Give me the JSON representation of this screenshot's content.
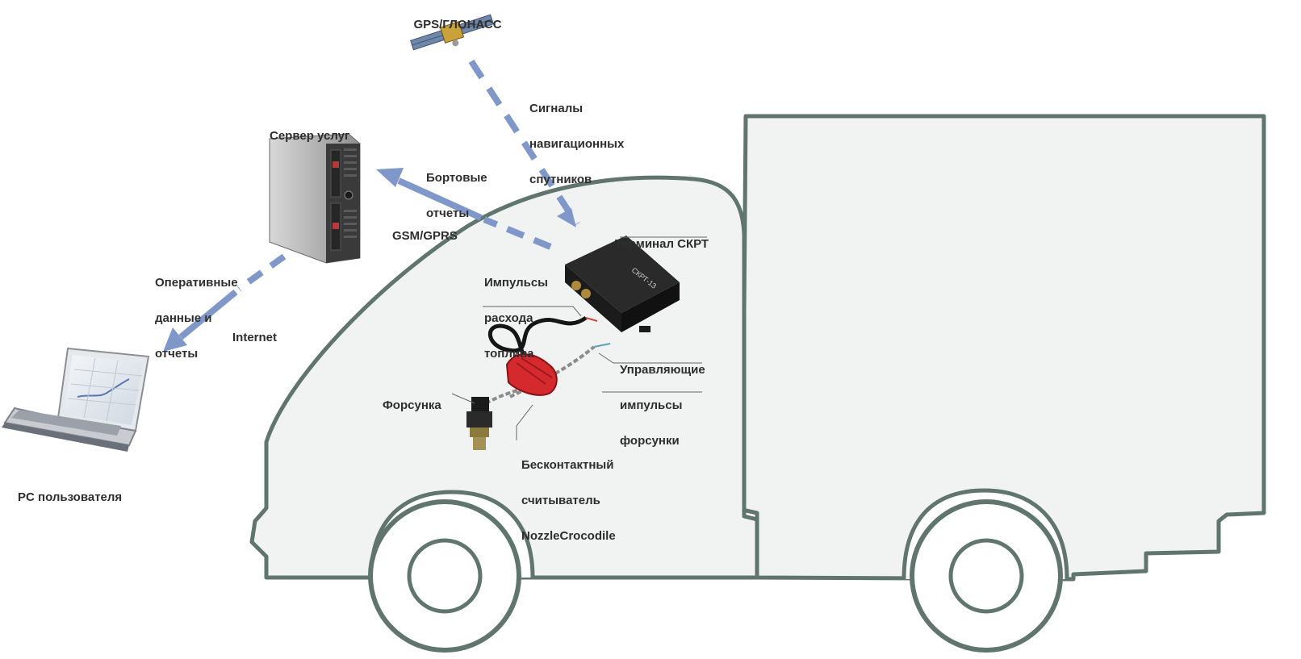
{
  "labels": {
    "satellite": "GPS/ГЛОНАСС",
    "nav_signals": [
      "Сигналы",
      "навигационных",
      "спутников"
    ],
    "server": "Сервер услуг",
    "onboard_reports": [
      "Бортовые",
      "отчеты"
    ],
    "gsm": "GSM/GPRS",
    "terminal": "Терминал СКРТ",
    "fuel_pulses": [
      "Импульсы",
      "расхода",
      "топлива"
    ],
    "control_pulses": [
      "Управляющие",
      "импульсы",
      "форсунки"
    ],
    "injector": "Форсунка",
    "reader": [
      "Бесконтактный",
      "считыватель",
      "NozzleCrocodile"
    ],
    "operative_data": [
      "Оперативные",
      "данные и",
      "отчеты"
    ],
    "internet": "Internet",
    "pc": "PC пользователя"
  },
  "terminal_body_text": "СКРТ-13",
  "colors": {
    "arrow": "#7f97c9",
    "truck_outline": "#5f756d",
    "truck_fill": "#f1f2f2",
    "text": "#2e2e2e",
    "device_red": "#d42a2e",
    "terminal_black": "#1b1b1b"
  }
}
